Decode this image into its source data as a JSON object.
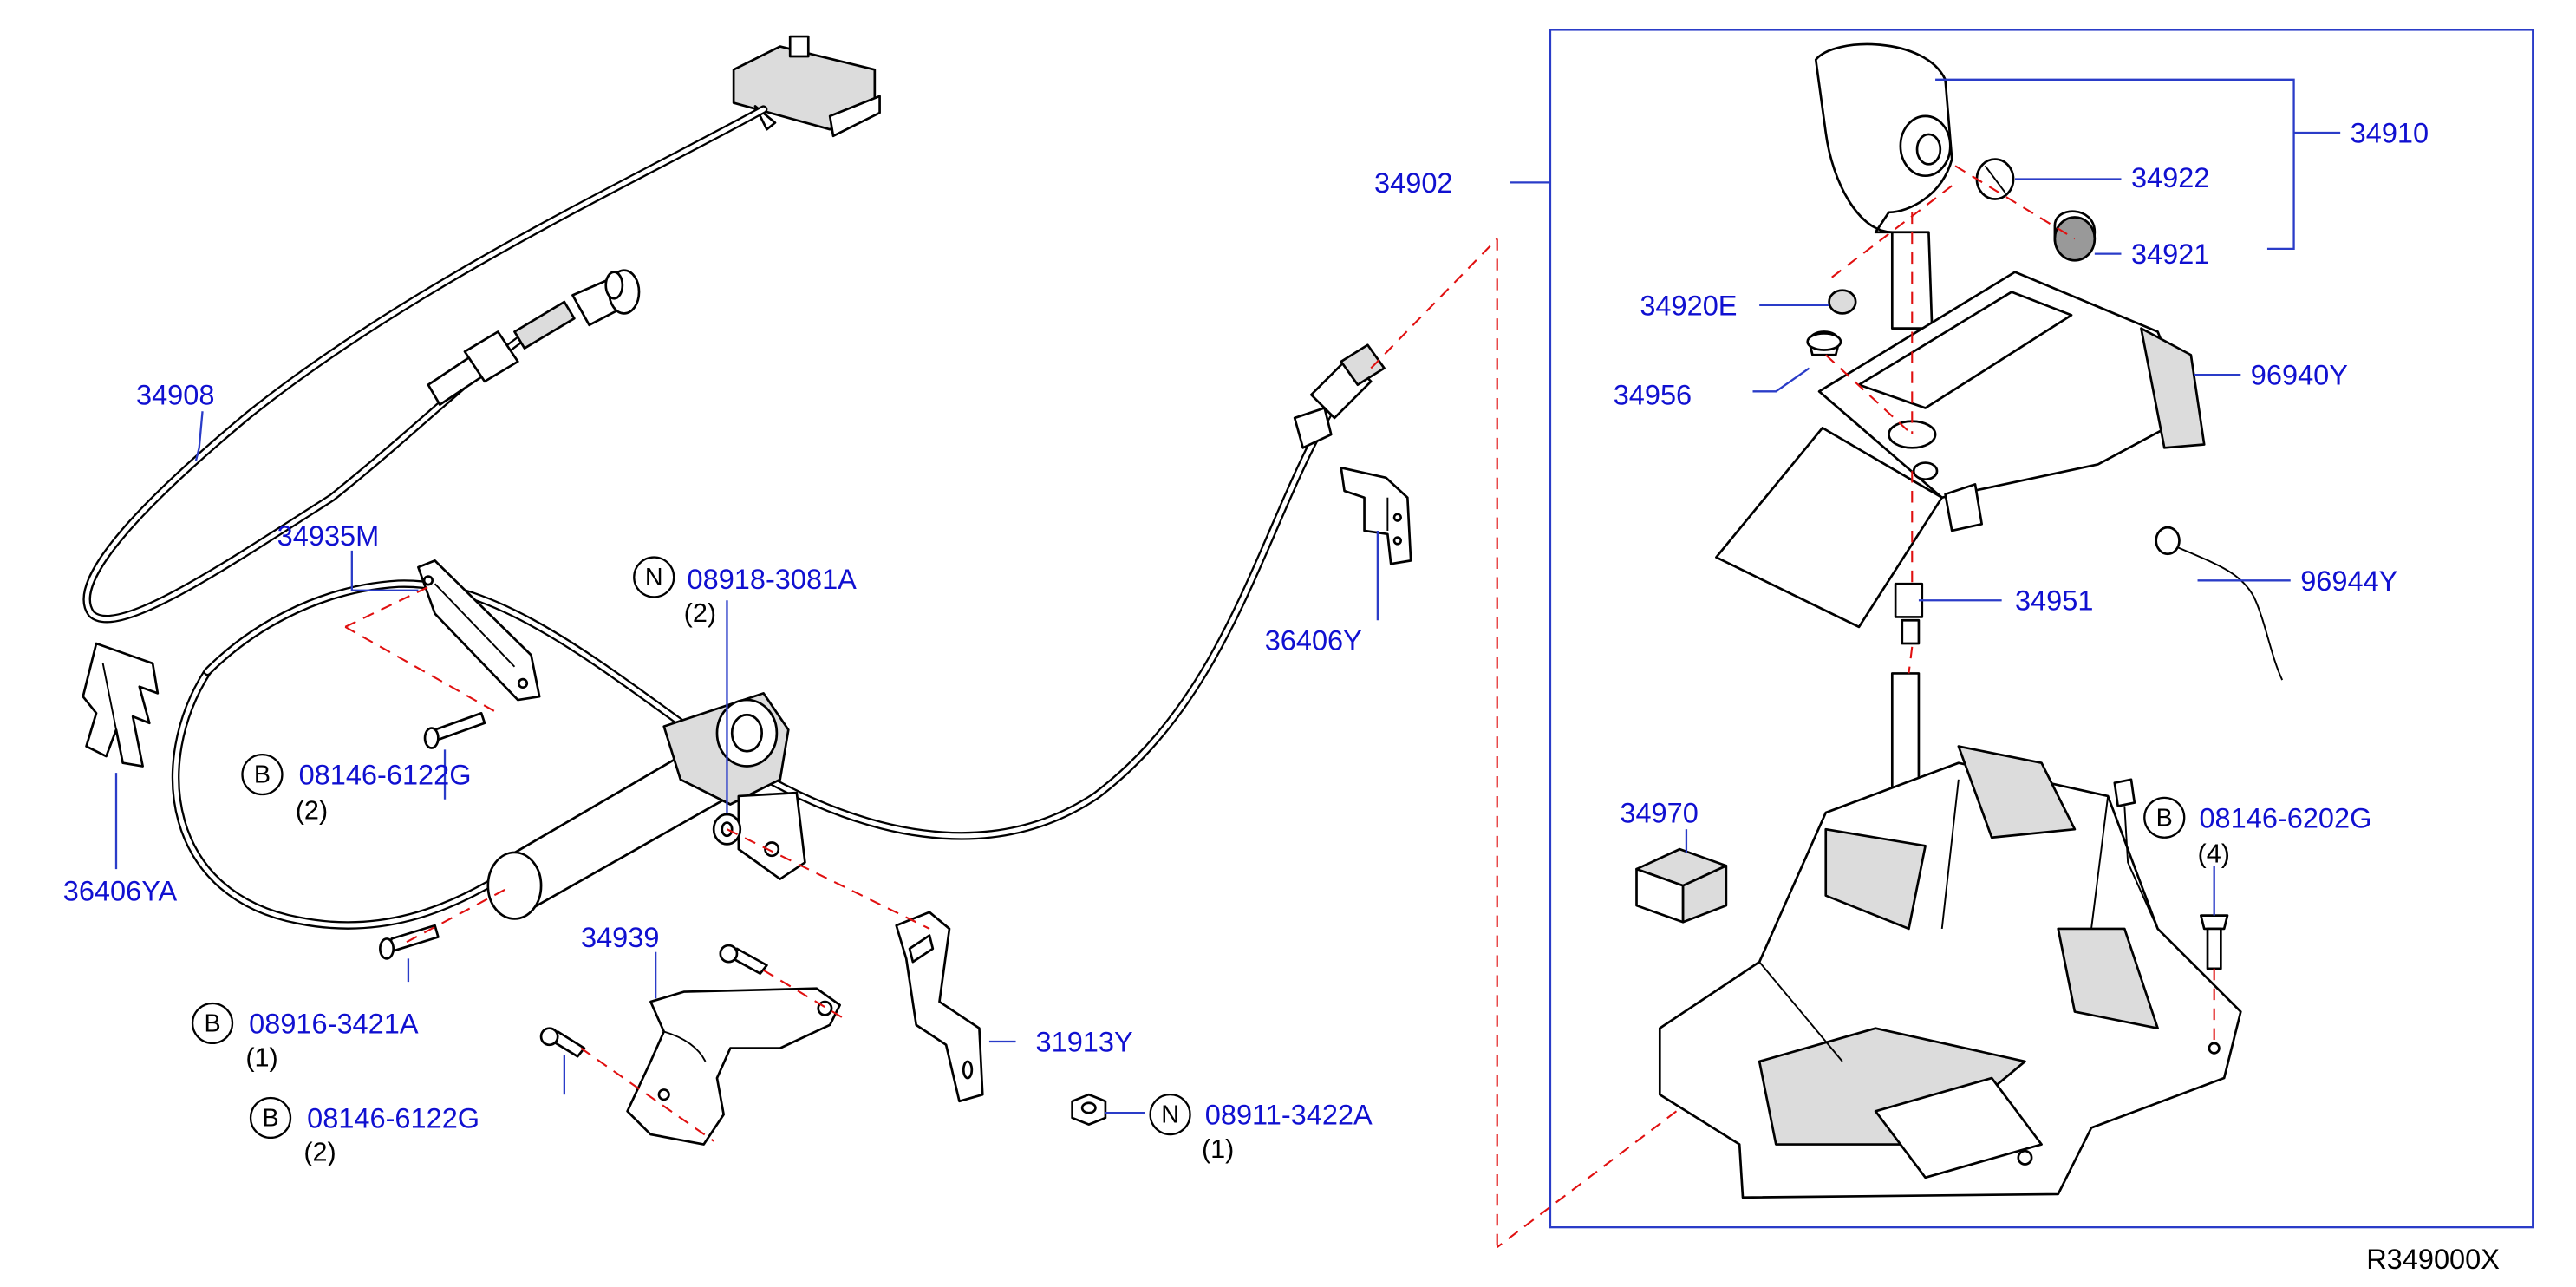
{
  "figure_id": "R349000X",
  "callouts": {
    "p34908": "34908",
    "p34935M": "34935M",
    "p36406YA": "36406YA",
    "p36406Y": "36406Y",
    "p34939": "34939",
    "p31913Y": "31913Y",
    "p34902": "34902",
    "p34910": "34910",
    "p34922": "34922",
    "p34921": "34921",
    "p34920E": "34920E",
    "p34956": "34956",
    "p96940Y": "96940Y",
    "p34951": "34951",
    "p96944Y": "96944Y",
    "p34970": "34970"
  },
  "fasteners": {
    "f08918": {
      "letter": "N",
      "number": "08918-3081A",
      "qty": "(2)"
    },
    "f08146a": {
      "letter": "B",
      "number": "08146-6122G",
      "qty": "(2)"
    },
    "f08916": {
      "letter": "B",
      "number": "08916-3421A",
      "qty": "(1)"
    },
    "f08146b": {
      "letter": "B",
      "number": "08146-6122G",
      "qty": "(2)"
    },
    "f08911": {
      "letter": "N",
      "number": "08911-3422A",
      "qty": "(1)"
    },
    "f08146c": {
      "letter": "B",
      "number": "08146-6202G",
      "qty": "(4)"
    }
  },
  "colors": {
    "callout_text": "#1010d0",
    "leader_line": "#2a3cc8",
    "dashed_line": "#e01010",
    "drawing": "#000000"
  }
}
